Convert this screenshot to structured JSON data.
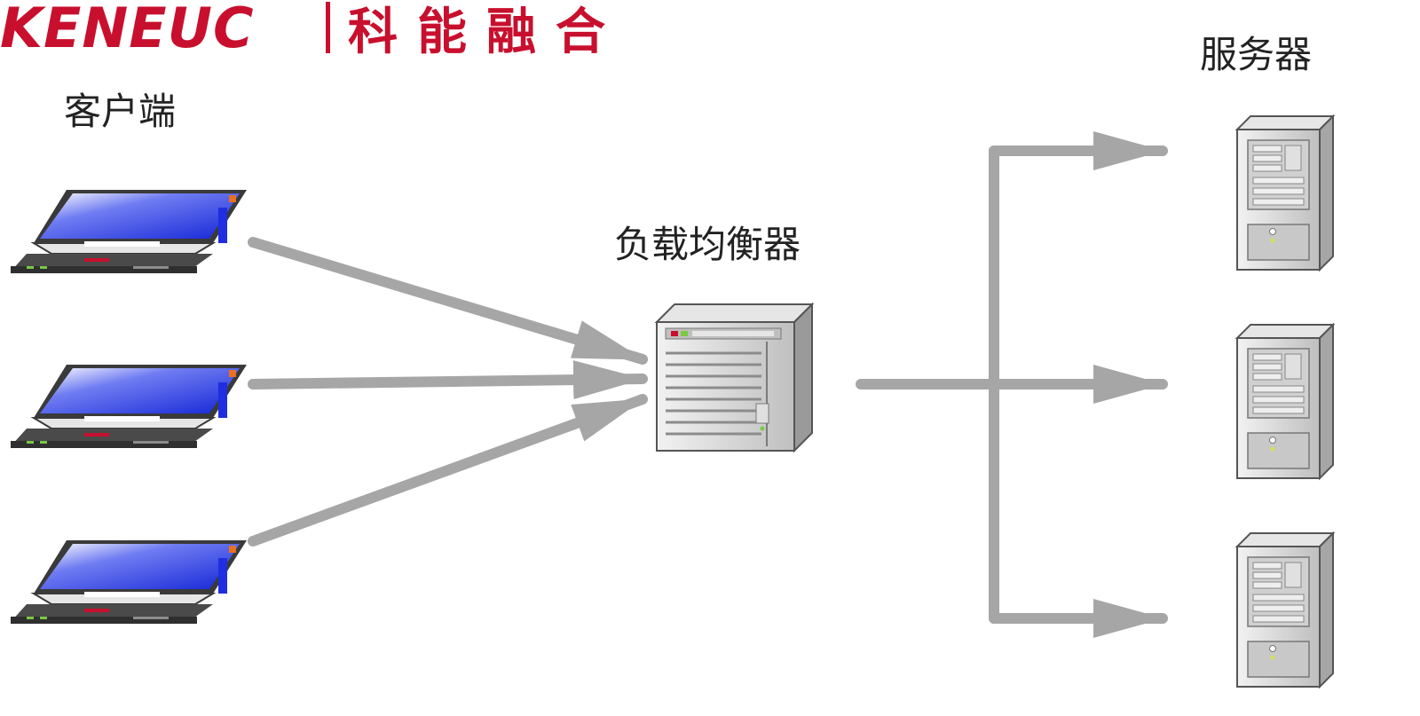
{
  "logo": {
    "latin": "KENEUC",
    "chinese": "科能融合",
    "color": "#c8102e"
  },
  "labels": {
    "clients": "客户端",
    "load_balancer": "负载均衡器",
    "servers": "服务器"
  },
  "colors": {
    "arrow": "#a6a6a6",
    "screen": "#1e2ee0",
    "case": "#d9d9d9"
  },
  "nodes": {
    "clients": [
      "laptop-icon",
      "laptop-icon",
      "laptop-icon"
    ],
    "load_balancer": "server-rack-icon",
    "servers": [
      "tower-server-icon",
      "tower-server-icon",
      "tower-server-icon"
    ]
  }
}
